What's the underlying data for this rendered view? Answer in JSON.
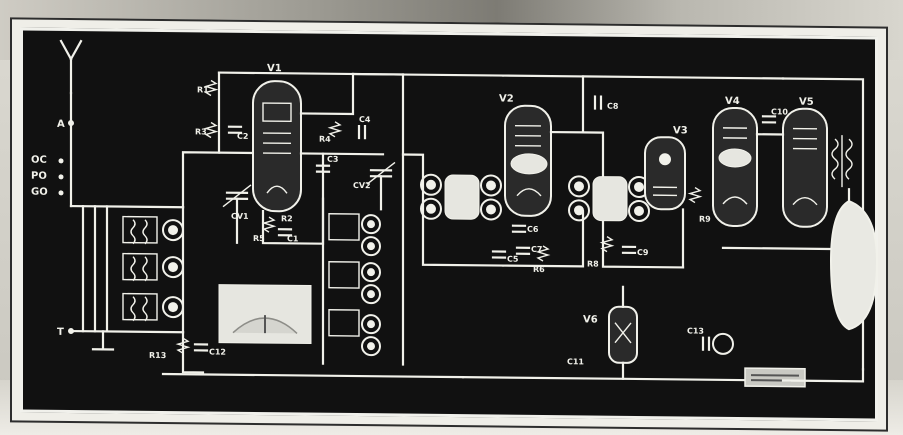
{
  "photo": {
    "description_free": true,
    "colors": {
      "panel": "#111111",
      "trace": "#f1f1ea",
      "board": "#efeee8",
      "backdrop": "#9c9a92"
    }
  },
  "labels": {
    "antenna": "A",
    "ground": "T",
    "band_oc": "OC",
    "band_po": "PO",
    "band_go": "GO",
    "V1": "V1",
    "V2": "V2",
    "V3": "V3",
    "V4": "V4",
    "V5": "V5",
    "V6": "V6",
    "R1": "R1",
    "R3": "R3",
    "C2": "C2",
    "R4": "R4",
    "C4": "C4",
    "C3": "C3",
    "CV2": "CV2",
    "CV1": "CV1",
    "R2": "R2",
    "R5": "R5",
    "C1": "C1",
    "R13": "R13",
    "C12": "C12",
    "C6": "C6",
    "C5": "C5",
    "C7": "C7",
    "R6": "R6",
    "C8": "C8",
    "R8": "R8",
    "C9": "C9",
    "R9": "R9",
    "C11": "C11",
    "C13": "C13",
    "C10": "C10"
  }
}
